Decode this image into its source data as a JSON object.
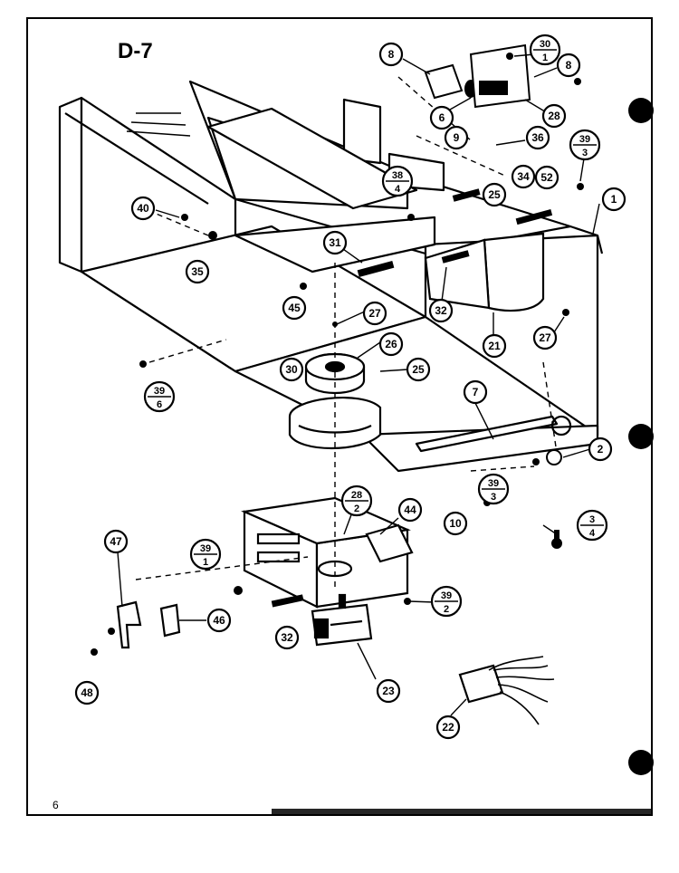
{
  "diagram": {
    "title": "D-7",
    "page_number": "6",
    "callouts": [
      {
        "id": "c-8a",
        "top": "8",
        "bottom": ""
      },
      {
        "id": "c-30-1",
        "top": "30",
        "bottom": "1"
      },
      {
        "id": "c-8b",
        "top": "8",
        "bottom": ""
      },
      {
        "id": "c-6",
        "top": "6",
        "bottom": ""
      },
      {
        "id": "c-28",
        "top": "28",
        "bottom": ""
      },
      {
        "id": "c-9",
        "top": "9",
        "bottom": ""
      },
      {
        "id": "c-36",
        "top": "36",
        "bottom": ""
      },
      {
        "id": "c-39-3a",
        "top": "39",
        "bottom": "3"
      },
      {
        "id": "c-38-4",
        "top": "38",
        "bottom": "4"
      },
      {
        "id": "c-25",
        "top": "25",
        "bottom": ""
      },
      {
        "id": "c-34",
        "top": "34",
        "bottom": ""
      },
      {
        "id": "c-52",
        "top": "52",
        "bottom": ""
      },
      {
        "id": "c-1",
        "top": "1",
        "bottom": ""
      },
      {
        "id": "c-40",
        "top": "40",
        "bottom": ""
      },
      {
        "id": "c-35",
        "top": "35",
        "bottom": ""
      },
      {
        "id": "c-31",
        "top": "31",
        "bottom": ""
      },
      {
        "id": "c-45",
        "top": "45",
        "bottom": ""
      },
      {
        "id": "c-27a",
        "top": "27",
        "bottom": ""
      },
      {
        "id": "c-32a",
        "top": "32",
        "bottom": ""
      },
      {
        "id": "c-21",
        "top": "21",
        "bottom": ""
      },
      {
        "id": "c-27b",
        "top": "27",
        "bottom": ""
      },
      {
        "id": "c-26",
        "top": "26",
        "bottom": ""
      },
      {
        "id": "c-39-6",
        "top": "39",
        "bottom": "6"
      },
      {
        "id": "c-30b",
        "top": "30",
        "bottom": ""
      },
      {
        "id": "c-25b",
        "top": "25",
        "bottom": ""
      },
      {
        "id": "c-7",
        "top": "7",
        "bottom": ""
      },
      {
        "id": "c-2",
        "top": "2",
        "bottom": ""
      },
      {
        "id": "c-39-3b",
        "top": "39",
        "bottom": "3"
      },
      {
        "id": "c-10",
        "top": "10",
        "bottom": ""
      },
      {
        "id": "c-3-4",
        "top": "3",
        "bottom": "4"
      },
      {
        "id": "c-28-2",
        "top": "28",
        "bottom": "2"
      },
      {
        "id": "c-44",
        "top": "44",
        "bottom": ""
      },
      {
        "id": "c-47",
        "top": "47",
        "bottom": ""
      },
      {
        "id": "c-39-1",
        "top": "39",
        "bottom": "1"
      },
      {
        "id": "c-46",
        "top": "46",
        "bottom": ""
      },
      {
        "id": "c-32b",
        "top": "32",
        "bottom": ""
      },
      {
        "id": "c-39-2",
        "top": "39",
        "bottom": "2"
      },
      {
        "id": "c-48",
        "top": "48",
        "bottom": ""
      },
      {
        "id": "c-23",
        "top": "23",
        "bottom": ""
      },
      {
        "id": "c-22",
        "top": "22",
        "bottom": ""
      }
    ]
  }
}
